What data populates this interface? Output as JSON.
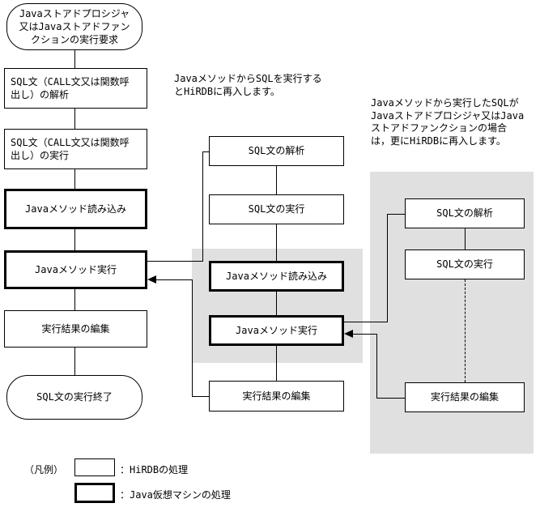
{
  "left_flow": {
    "start": "Javaストアドプロシジャ\n又はJavaストアドファン\nクションの実行要求",
    "steps": [
      {
        "label": "SQL文（CALL文又は関数呼\n出し）の解析",
        "type": "hirdb"
      },
      {
        "label": "SQL文（CALL文又は関数呼\n出し）の実行",
        "type": "hirdb"
      },
      {
        "label": "Javaメソッド読み込み",
        "type": "java"
      },
      {
        "label": "Javaメソッド実行",
        "type": "java"
      },
      {
        "label": "実行結果の編集",
        "type": "hirdb"
      }
    ],
    "end": "SQL文の実行終了"
  },
  "middle_flow": {
    "note": "JavaメソッドからSQLを実行する\nとHiRDBに再入します。",
    "steps": [
      {
        "label": "SQL文の解析",
        "type": "hirdb"
      },
      {
        "label": "SQL文の実行",
        "type": "hirdb"
      },
      {
        "label": "Javaメソッド読み込み",
        "type": "java"
      },
      {
        "label": "Javaメソッド実行",
        "type": "java"
      },
      {
        "label": "実行結果の編集",
        "type": "hirdb"
      }
    ]
  },
  "right_flow": {
    "note": "Javaメソッドから実行したSQLが\nJavaストアドプロシジャ又はJava\nストアドファンクションの場合\nは，更にHiRDBに再入します。",
    "steps": [
      {
        "label": "SQL文の解析",
        "type": "hirdb"
      },
      {
        "label": "SQL文の実行",
        "type": "hirdb"
      },
      {
        "label": "実行結果の編集",
        "type": "hirdb"
      }
    ]
  },
  "legend": {
    "title": "（凡例）",
    "items": [
      {
        "label": "：HiRDBの処理",
        "type": "hirdb"
      },
      {
        "label": "：Java仮想マシンの処理",
        "type": "java"
      }
    ]
  },
  "colors": {
    "shade": "#e0e0e0",
    "line": "#000000"
  }
}
